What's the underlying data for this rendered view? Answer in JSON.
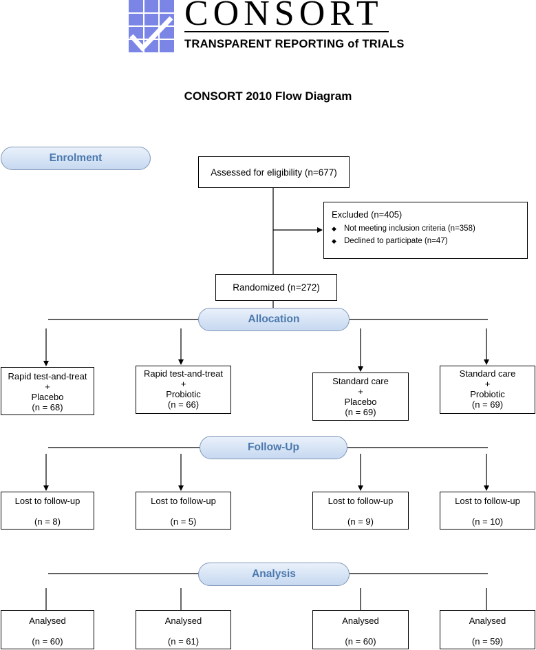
{
  "logo": {
    "wordmark": "CONSORT",
    "tagline": "TRANSPARENT REPORTING of TRIALS"
  },
  "title": "CONSORT 2010 Flow Diagram",
  "stages": {
    "enrolment": "Enrolment",
    "allocation": "Allocation",
    "followup": "Follow-Up",
    "analysis": "Analysis"
  },
  "assessed": "Assessed for eligibility (n=677)",
  "excluded": {
    "header": "Excluded  (n=405)",
    "items": [
      "Not meeting inclusion criteria (n=358)",
      "Declined to participate (n=47)"
    ]
  },
  "randomized": "Randomized (n=272)",
  "arms": [
    {
      "line1": "Rapid test-and-treat",
      "plus": "+",
      "line2": "Placebo",
      "n": "(n = 68)"
    },
    {
      "line1": "Rapid test-and-treat",
      "plus": "+",
      "line2": "Probiotic",
      "n": "(n = 66)"
    },
    {
      "line1": "Standard care",
      "plus": "+",
      "line2": "Placebo",
      "n": "(n = 69)"
    },
    {
      "line1": "Standard care",
      "plus": "+",
      "line2": "Probiotic",
      "n": "(n = 69)"
    }
  ],
  "followup": [
    {
      "label": "Lost to follow-up",
      "n": "(n = 8)"
    },
    {
      "label": "Lost to follow-up",
      "n": "(n = 5)"
    },
    {
      "label": "Lost to follow-up",
      "n": "(n = 9)"
    },
    {
      "label": "Lost to follow-up",
      "n": "(n = 10)"
    }
  ],
  "analysis": [
    {
      "label": "Analysed",
      "n": "(n = 60)"
    },
    {
      "label": "Analysed",
      "n": "(n = 61)"
    },
    {
      "label": "Analysed",
      "n": "(n = 60)"
    },
    {
      "label": "Analysed",
      "n": "(n = 59)"
    }
  ],
  "colors": {
    "pill_text": "#4a78ad",
    "pill_border": "#7f97b8",
    "logo_blue": "#7b85e6"
  }
}
